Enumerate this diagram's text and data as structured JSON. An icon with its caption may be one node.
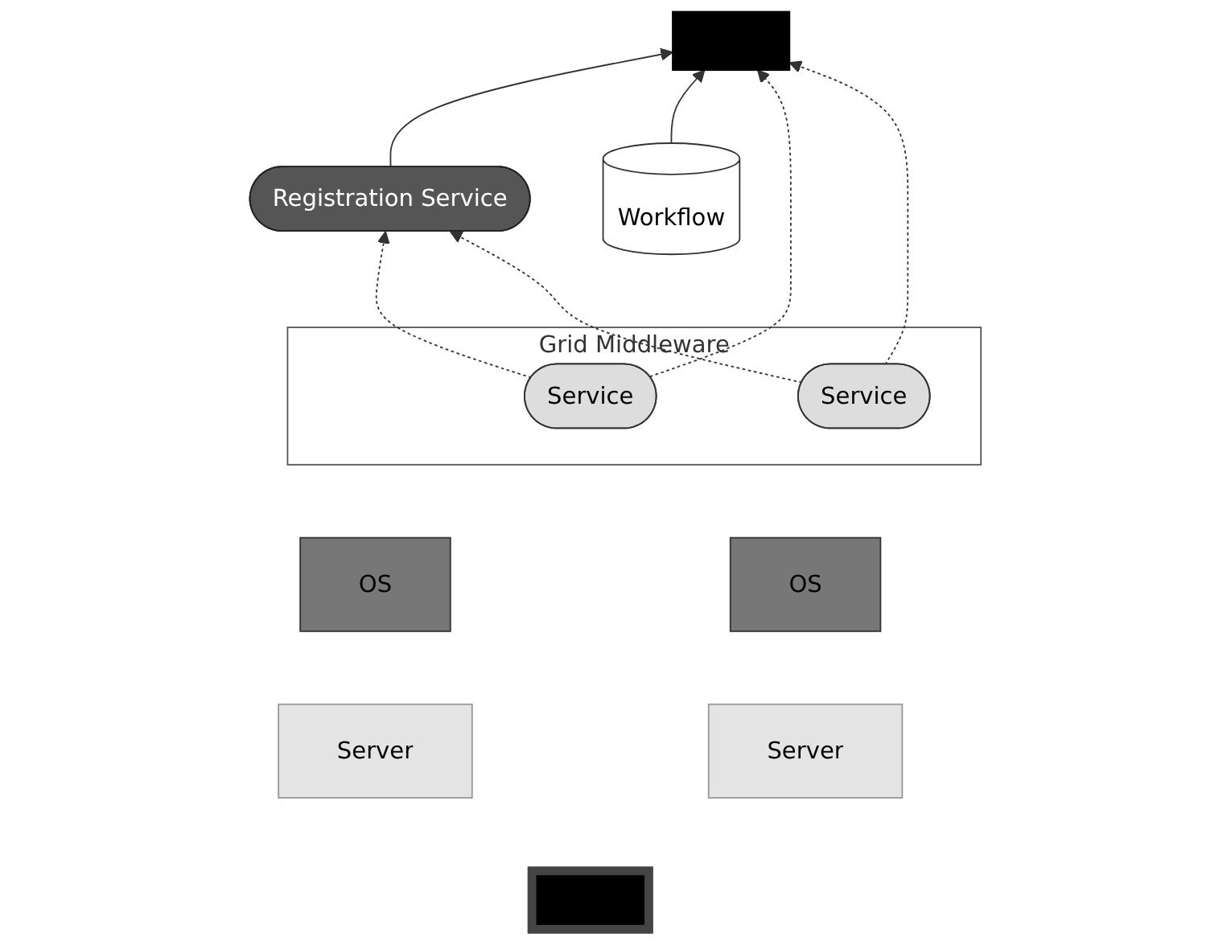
{
  "diagram": {
    "nodes": [
      {
        "text": [
          "Registration Service"
        ]
      },
      {
        "text": [],
        "shape": "box"
      },
      {
        "text": [
          "Workflow"
        ]
      },
      {
        "text": [
          "Grid Middleware"
        ]
      },
      {
        "text": [
          "Service"
        ],
        "in": 3
      },
      {
        "text": [
          "Service"
        ],
        "in": 3
      },
      {
        "text": [
          "OS"
        ]
      },
      {
        "text": [
          "OS"
        ]
      },
      {
        "text": [
          "Server"
        ]
      },
      {
        "text": [
          "Server"
        ]
      },
      {
        "text": [],
        "shape": "bar"
      }
    ],
    "edges": [
      {
        "from": 0,
        "to": 1,
        "arrow": "to"
      },
      {
        "from": 2,
        "to": 1,
        "arrow": "to"
      },
      {
        "from": 4,
        "to": 0,
        "arrow": "to",
        "style": "dashed"
      },
      {
        "from": 4,
        "to": 1,
        "arrow": "to",
        "style": "dashed"
      },
      {
        "from": 5,
        "to": 0,
        "arrow": "to",
        "style": "dashed"
      },
      {
        "from": 5,
        "to": 1,
        "arrow": "to",
        "style": "dashed"
      }
    ]
  }
}
